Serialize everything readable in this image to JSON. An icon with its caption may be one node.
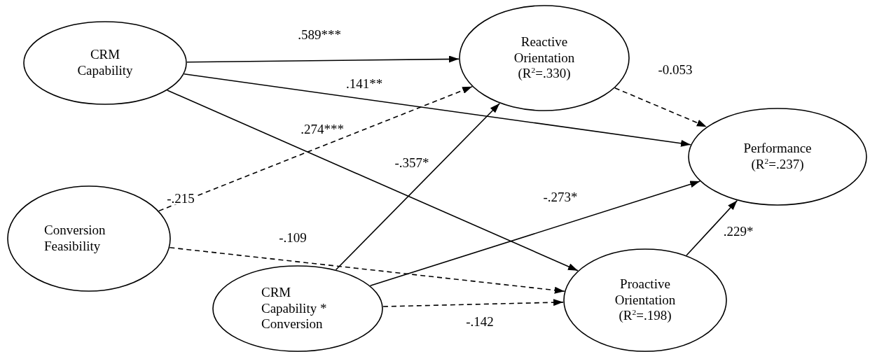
{
  "diagram": {
    "nodes": [
      {
        "text": [
          "CRM Capability"
        ]
      },
      {
        "text": [
          "Reactive Orientation",
          "(R$^{2}$=.330)"
        ]
      },
      {
        "text": [
          "Performance",
          "(R$^{2}$=.237)"
        ]
      },
      {
        "text": [
          "Conversion Feasibility"
        ]
      },
      {
        "text": [
          "CRM Capability * Conversion"
        ]
      },
      {
        "text": [
          "Proactive Orientation",
          "(R$^{2}$=.198)"
        ]
      }
    ],
    "edges": [
      {
        "from": 0,
        "to": 1,
        "arrow": "to",
        "label": ".589***"
      },
      {
        "from": 0,
        "to": 2,
        "arrow": "to",
        "label": ".141**"
      },
      {
        "from": 0,
        "to": 5,
        "arrow": "to",
        "label": ".274***"
      },
      {
        "from": 3,
        "to": 1,
        "arrow": "to",
        "label": "-.215",
        "style": "dashed"
      },
      {
        "from": 3,
        "to": 5,
        "arrow": "to",
        "label": "-.109",
        "style": "dashed"
      },
      {
        "from": 4,
        "to": 1,
        "arrow": "to",
        "label": "-.357*"
      },
      {
        "from": 4,
        "to": 2,
        "arrow": "to",
        "label": "-.273*"
      },
      {
        "from": 4,
        "to": 5,
        "arrow": "to",
        "label": "-.142",
        "style": "dashed"
      },
      {
        "from": 1,
        "to": 2,
        "arrow": "to",
        "label": "-0.053",
        "style": "dashed"
      },
      {
        "from": 5,
        "to": 2,
        "arrow": "to",
        "label": ".229*"
      }
    ]
  }
}
